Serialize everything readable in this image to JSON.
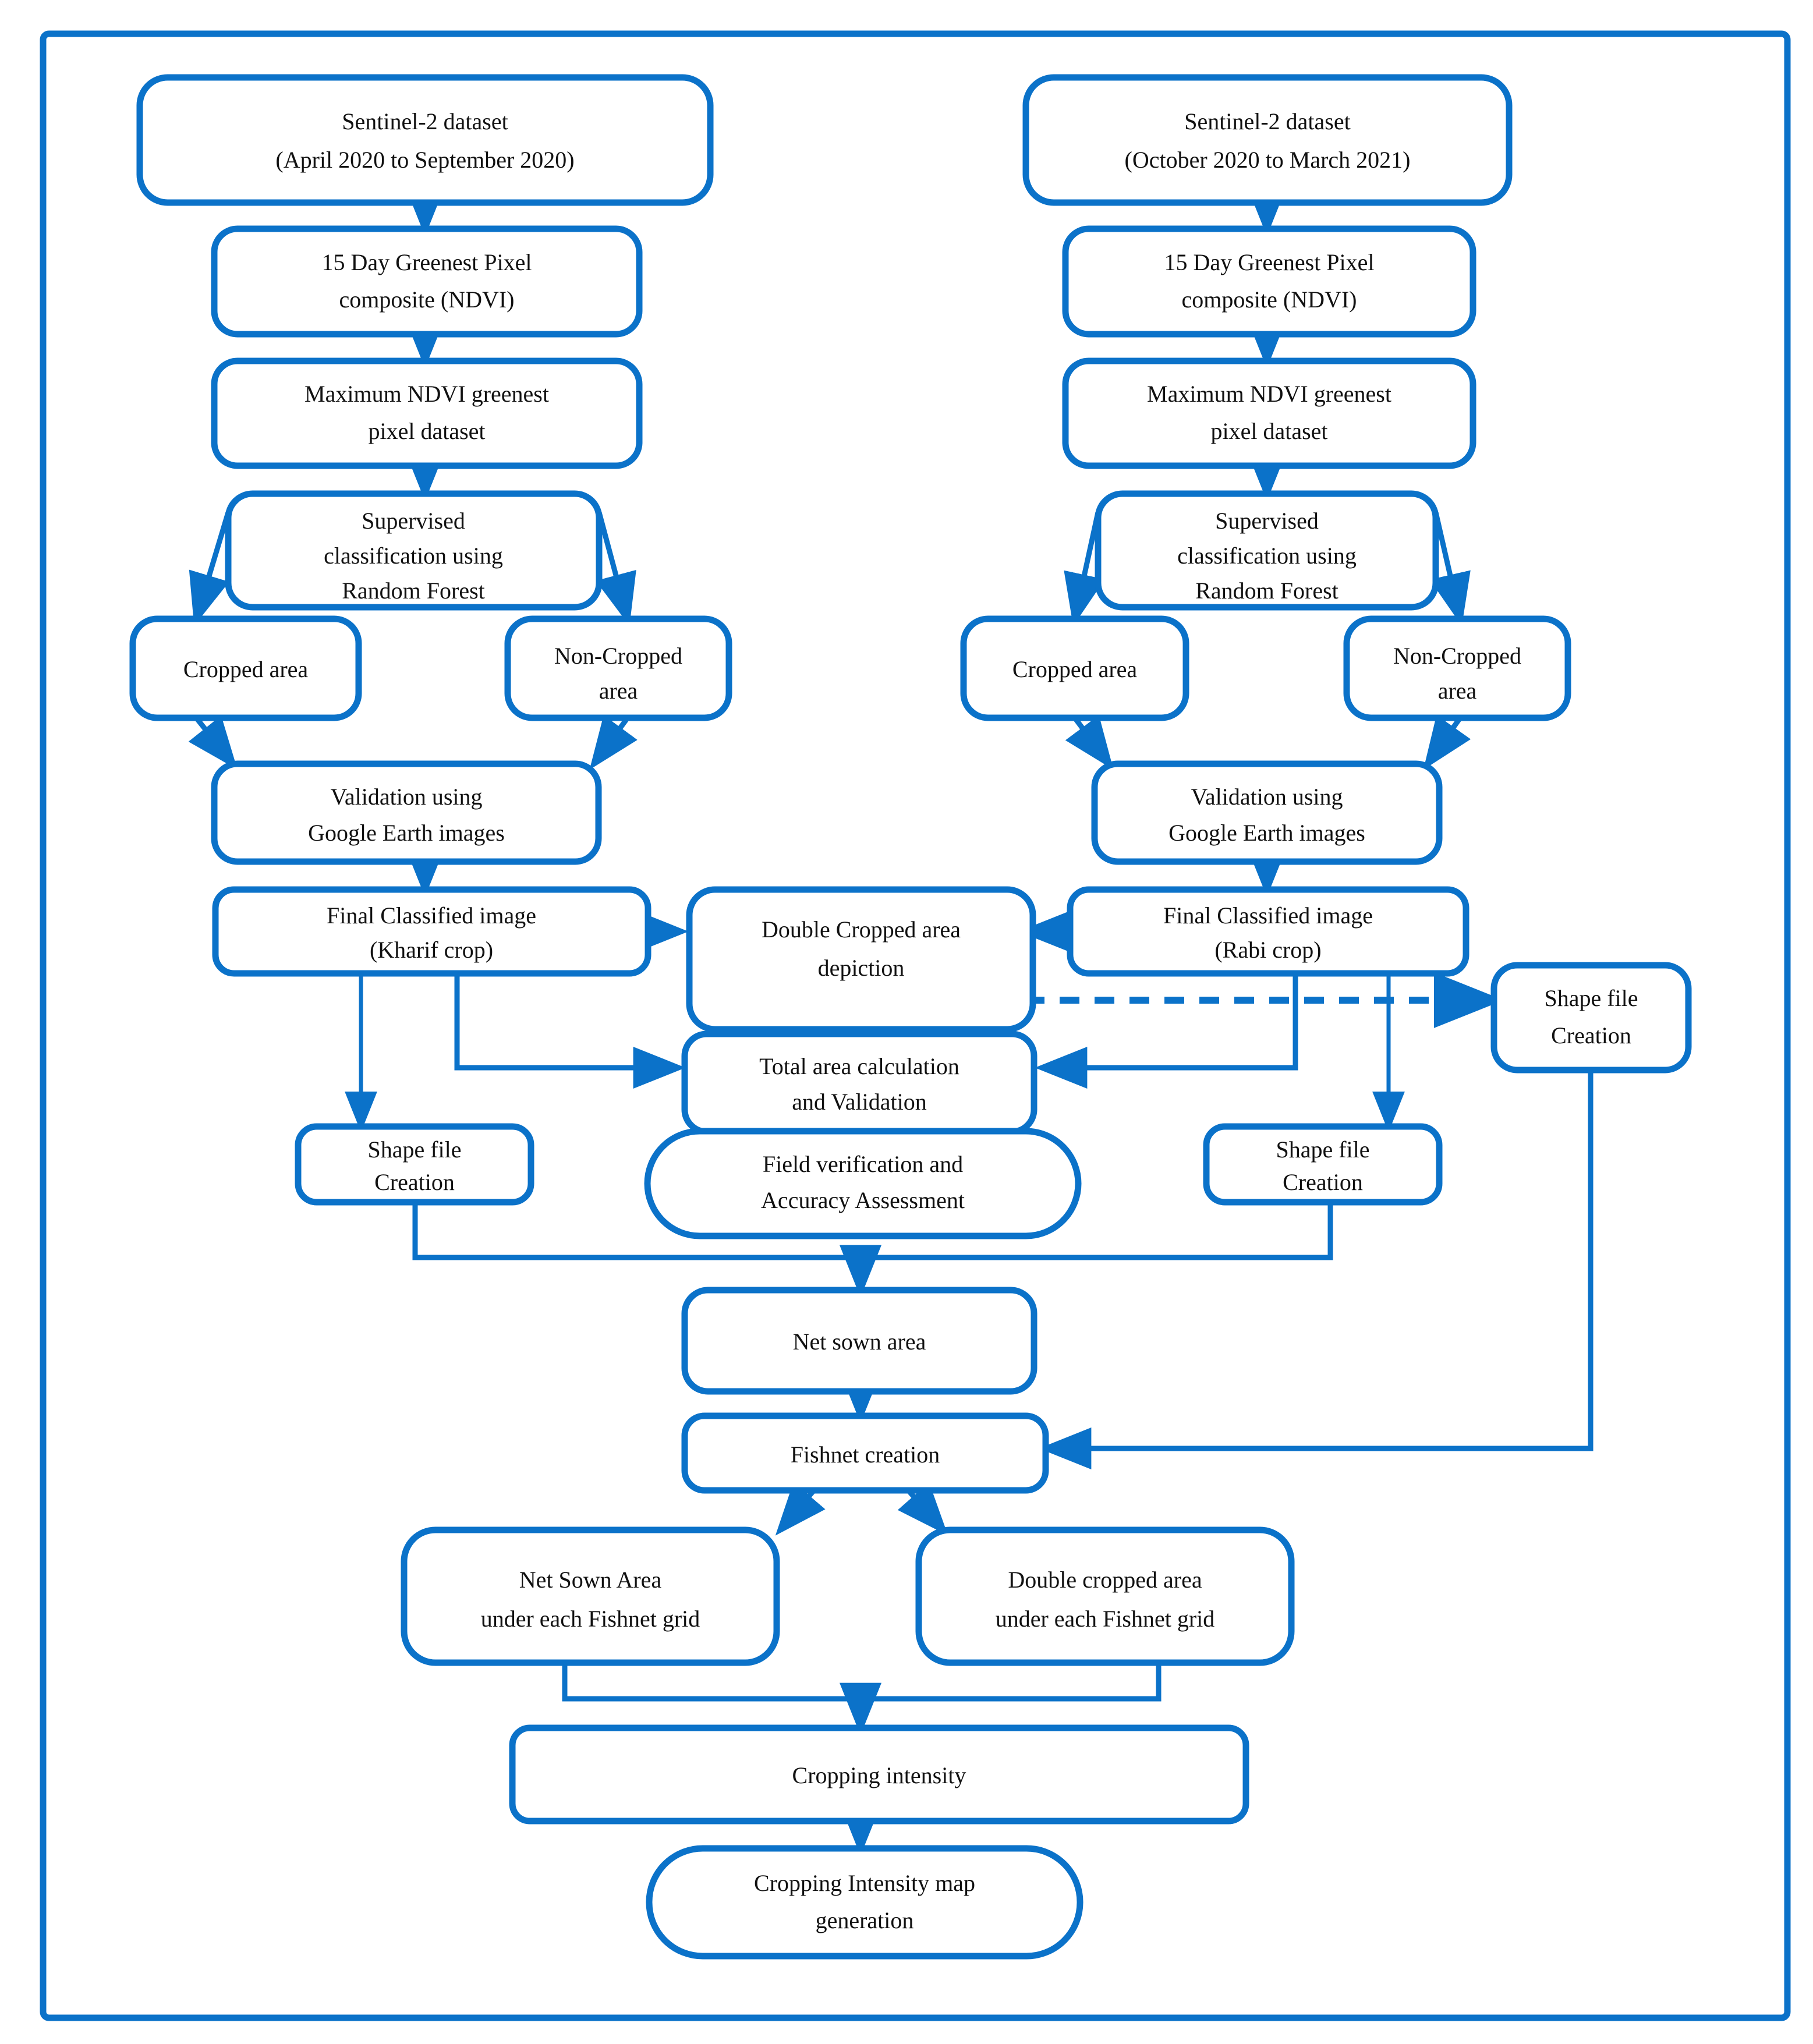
{
  "diagram": {
    "title": "Cropping intensity mapping methodology flowchart",
    "accent_color": "#0b72c9",
    "text_color": "#111111",
    "background": "#ffffff",
    "border": "outer-rounded-frame"
  },
  "nodes": {
    "kharif_dataset": {
      "lines": [
        "Sentinel-2 dataset",
        "(April 2020 to September 2020)"
      ]
    },
    "kharif_composite": {
      "lines": [
        "15 Day Greenest Pixel",
        "composite (NDVI)"
      ]
    },
    "kharif_maxndvi": {
      "lines": [
        "Maximum NDVI greenest",
        "pixel dataset"
      ]
    },
    "kharif_classify": {
      "lines": [
        "Supervised",
        "classification using",
        "Random Forest"
      ]
    },
    "kharif_cropped": {
      "lines": [
        "Cropped area"
      ]
    },
    "kharif_noncropped": {
      "lines": [
        "Non-Cropped",
        "area"
      ]
    },
    "kharif_validation": {
      "lines": [
        "Validation using",
        "Google Earth images"
      ]
    },
    "kharif_final": {
      "lines": [
        "Final Classified image",
        "(Kharif crop)"
      ]
    },
    "kharif_shapefile": {
      "lines": [
        "Shape file",
        "Creation"
      ]
    },
    "rabi_dataset": {
      "lines": [
        "Sentinel-2 dataset",
        "(October 2020 to March 2021)"
      ]
    },
    "rabi_composite": {
      "lines": [
        "15 Day Greenest Pixel",
        "composite (NDVI)"
      ]
    },
    "rabi_maxndvi": {
      "lines": [
        "Maximum NDVI greenest",
        "pixel dataset"
      ]
    },
    "rabi_classify": {
      "lines": [
        "Supervised",
        "classification using",
        "Random Forest"
      ]
    },
    "rabi_cropped": {
      "lines": [
        "Cropped area"
      ]
    },
    "rabi_noncropped": {
      "lines": [
        "Non-Cropped",
        "area"
      ]
    },
    "rabi_validation": {
      "lines": [
        "Validation using",
        "Google Earth images"
      ]
    },
    "rabi_final": {
      "lines": [
        "Final Classified image",
        "(Rabi crop)"
      ]
    },
    "rabi_shapefile": {
      "lines": [
        "Shape file",
        "Creation"
      ]
    },
    "double_cropped": {
      "lines": [
        "Double Cropped area",
        "depiction"
      ]
    },
    "total_area": {
      "lines": [
        "Total area calculation",
        "and Validation"
      ]
    },
    "field_verification": {
      "lines": [
        "Field verification and",
        "Accuracy Assessment"
      ]
    },
    "double_shapefile": {
      "lines": [
        "Shape file",
        "Creation"
      ]
    },
    "net_sown_area": {
      "lines": [
        "Net sown area"
      ]
    },
    "fishnet_creation": {
      "lines": [
        "Fishnet creation"
      ]
    },
    "nsa_per_grid": {
      "lines": [
        "Net Sown Area",
        "under each Fishnet grid"
      ]
    },
    "dca_per_grid": {
      "lines": [
        "Double cropped area",
        "under each Fishnet grid"
      ]
    },
    "cropping_intensity": {
      "lines": [
        "Cropping intensity"
      ]
    },
    "ci_map": {
      "lines": [
        "Cropping Intensity map",
        "generation"
      ]
    }
  },
  "edges": [
    {
      "from": "kharif_dataset",
      "to": "kharif_composite",
      "style": "solid"
    },
    {
      "from": "kharif_composite",
      "to": "kharif_maxndvi",
      "style": "solid"
    },
    {
      "from": "kharif_maxndvi",
      "to": "kharif_classify",
      "style": "solid"
    },
    {
      "from": "kharif_classify",
      "to": "kharif_cropped",
      "style": "solid"
    },
    {
      "from": "kharif_classify",
      "to": "kharif_noncropped",
      "style": "solid"
    },
    {
      "from": "kharif_cropped",
      "to": "kharif_validation",
      "style": "solid"
    },
    {
      "from": "kharif_noncropped",
      "to": "kharif_validation",
      "style": "solid"
    },
    {
      "from": "kharif_validation",
      "to": "kharif_final",
      "style": "solid"
    },
    {
      "from": "kharif_final",
      "to": "double_cropped",
      "style": "solid"
    },
    {
      "from": "kharif_final",
      "to": "total_area",
      "style": "solid"
    },
    {
      "from": "kharif_final",
      "to": "kharif_shapefile",
      "style": "solid"
    },
    {
      "from": "rabi_dataset",
      "to": "rabi_composite",
      "style": "solid"
    },
    {
      "from": "rabi_composite",
      "to": "rabi_maxndvi",
      "style": "solid"
    },
    {
      "from": "rabi_maxndvi",
      "to": "rabi_classify",
      "style": "solid"
    },
    {
      "from": "rabi_classify",
      "to": "rabi_cropped",
      "style": "solid"
    },
    {
      "from": "rabi_classify",
      "to": "rabi_noncropped",
      "style": "solid"
    },
    {
      "from": "rabi_cropped",
      "to": "rabi_validation",
      "style": "solid"
    },
    {
      "from": "rabi_noncropped",
      "to": "rabi_validation",
      "style": "solid"
    },
    {
      "from": "rabi_validation",
      "to": "rabi_final",
      "style": "solid"
    },
    {
      "from": "rabi_final",
      "to": "double_cropped",
      "style": "solid"
    },
    {
      "from": "rabi_final",
      "to": "total_area",
      "style": "solid"
    },
    {
      "from": "rabi_final",
      "to": "rabi_shapefile",
      "style": "solid"
    },
    {
      "from": "double_cropped",
      "to": "total_area",
      "style": "solid"
    },
    {
      "from": "double_cropped",
      "to": "double_shapefile",
      "style": "dashed"
    },
    {
      "from": "total_area",
      "to": "field_verification",
      "style": "solid"
    },
    {
      "from": "kharif_shapefile",
      "to": "net_sown_area",
      "style": "solid"
    },
    {
      "from": "rabi_shapefile",
      "to": "net_sown_area",
      "style": "solid"
    },
    {
      "from": "net_sown_area",
      "to": "fishnet_creation",
      "style": "solid"
    },
    {
      "from": "double_shapefile",
      "to": "fishnet_creation",
      "style": "solid"
    },
    {
      "from": "fishnet_creation",
      "to": "nsa_per_grid",
      "style": "solid"
    },
    {
      "from": "fishnet_creation",
      "to": "dca_per_grid",
      "style": "solid"
    },
    {
      "from": "nsa_per_grid",
      "to": "cropping_intensity",
      "style": "solid"
    },
    {
      "from": "dca_per_grid",
      "to": "cropping_intensity",
      "style": "solid"
    },
    {
      "from": "cropping_intensity",
      "to": "ci_map",
      "style": "solid"
    }
  ]
}
